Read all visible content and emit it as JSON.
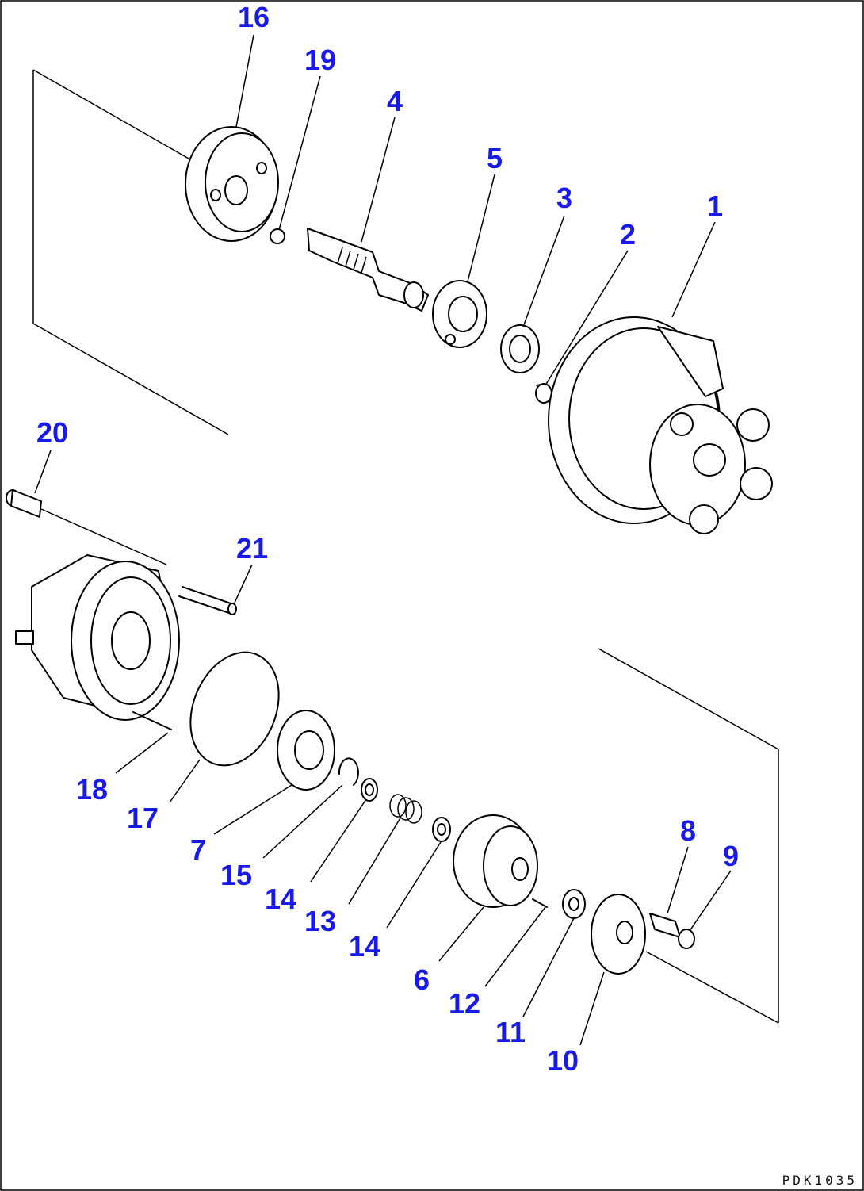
{
  "diagram": {
    "callouts": [
      "1",
      "2",
      "3",
      "4",
      "5",
      "6",
      "7",
      "8",
      "9",
      "10",
      "11",
      "12",
      "13",
      "14",
      "14",
      "15",
      "16",
      "17",
      "18",
      "19",
      "20",
      "21"
    ],
    "drawing_code": "PDK1035"
  }
}
